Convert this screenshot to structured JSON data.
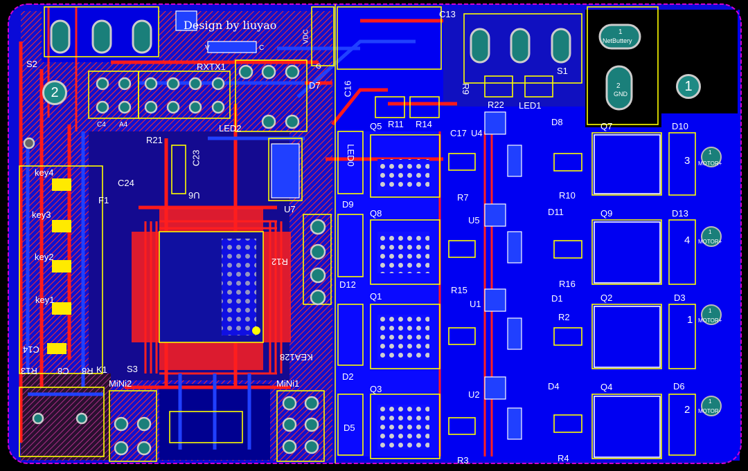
{
  "title_text": "Design by liuyao",
  "pad_labels": {
    "pad2": "2",
    "pad1": "1"
  },
  "battery": {
    "net": "NetButtery",
    "pin1": "1",
    "pin2": "2",
    "gnd": "GND"
  },
  "labels": {
    "S2": "S2",
    "S1": "S1",
    "S3": "S3",
    "C13": "C13",
    "VDC": "VDC",
    "G": "G",
    "V": "V",
    "C": "C",
    "RXTX1": "RXTX1",
    "D7": "D7",
    "C16": "C16",
    "LED1": "LED1",
    "LED2": "LED2",
    "R21": "R21",
    "C24": "C24",
    "C23": "C23",
    "U6": "U6",
    "F1": "F1",
    "Q5": "Q5",
    "R11": "R11",
    "R14": "R14",
    "C17": "C17",
    "U4": "U4",
    "R22": "R22",
    "D8": "D8",
    "Q7": "Q7",
    "D10": "D10",
    "R10": "R10",
    "Q9": "Q9",
    "D13": "D13",
    "R16": "R16",
    "D1": "D1",
    "Q2": "Q2",
    "D3": "D3",
    "R2": "R2",
    "D4": "D4",
    "Q4": "Q4",
    "D6": "D6",
    "R4": "R4",
    "R3": "R3",
    "D5": "D5",
    "Q3": "Q3",
    "D2": "D2",
    "Q1": "Q1",
    "D12": "D12",
    "Q8": "Q8",
    "D9": "D9",
    "R7": "R7",
    "R15": "R15",
    "U5": "U5",
    "U1": "U1",
    "U2": "U2",
    "U7": "U7",
    "D11": "D11",
    "K1": "K1",
    "MINI2": "MiNi2",
    "MINI1": "MiNi1",
    "KEA128": "KEA128",
    "C14": "C14",
    "R13": "R13",
    "C8": "C8",
    "R8": "R8",
    "R9": "R9",
    "R12": "R12",
    "C4": "C4",
    "A4": "A4",
    "LED0": "LED0"
  },
  "keys": [
    "key4",
    "key3",
    "key2",
    "key1"
  ],
  "motors": [
    {
      "num": "3",
      "pin": "1",
      "label": "MOTOR+"
    },
    {
      "num": "4",
      "pin": "1",
      "label": "MOTOR+"
    },
    {
      "num": "1",
      "pin": "1",
      "label": "MOTOR+"
    },
    {
      "num": "2",
      "pin": "1",
      "label": "MOTOR-"
    }
  ],
  "colors": {
    "board": "#0000ee",
    "copper_top": "#ff0000",
    "silk": "#ffff00",
    "outline": "#cc00cc",
    "pad": "#1a7f7a"
  }
}
